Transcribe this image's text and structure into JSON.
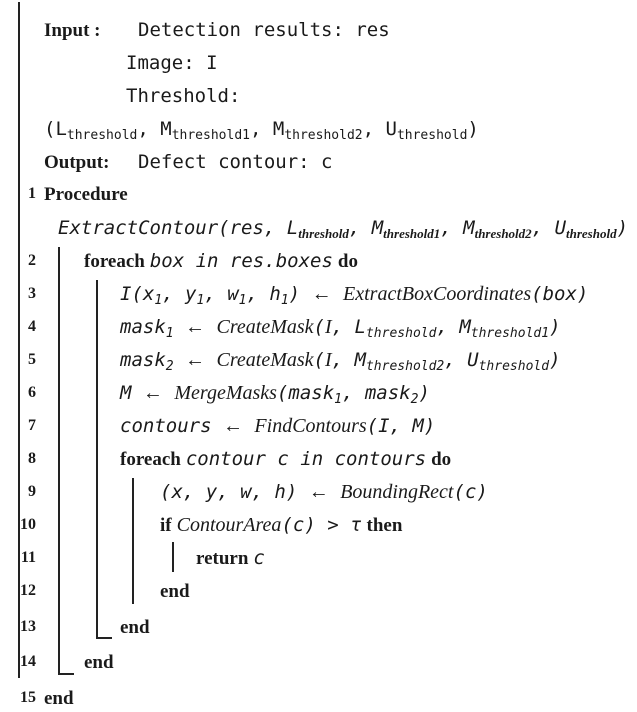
{
  "header": {
    "input_kw": "Input :",
    "input_res": "Detection results: res",
    "input_image": "Image: I",
    "input_threshold": "Threshold:",
    "output_kw": "Output:",
    "output_text": "Defect contour: c"
  },
  "threshold_tuple": {
    "open": "(",
    "L": "L",
    "L_sub": "threshold",
    "M1": "M",
    "M1_sub": "threshold1",
    "M2": "M",
    "M2_sub": "threshold2",
    "U": "U",
    "U_sub": "threshold",
    "close": ")"
  },
  "line_numbers": [
    "1",
    "2",
    "3",
    "4",
    "5",
    "6",
    "7",
    "8",
    "9",
    "10",
    "11",
    "12",
    "13",
    "14",
    "15"
  ],
  "procedure": {
    "kw": "Procedure",
    "name": "ExtractContour(res,",
    "params": [
      {
        "base": "L",
        "sub": "threshold"
      },
      {
        "base": "M",
        "sub": "threshold1"
      },
      {
        "base": "M",
        "sub": "threshold2"
      },
      {
        "base": "U",
        "sub": "threshold"
      }
    ],
    "close": ")"
  },
  "body": {
    "foreach_kw": "foreach",
    "foreach_var": "box in res.boxes",
    "do_kw": "do",
    "l3_lhs": "I(x",
    "l3_y": "y",
    "l3_w": "w",
    "l3_h": "h",
    "sub_1": "1",
    "l3_fn": "ExtractBoxCoordinates",
    "l3_arg": "(box)",
    "l4_lhs": "mask",
    "l4_fn": "CreateMask",
    "l5_lhs": "mask",
    "sub_2": "2",
    "l5_fn": "CreateMask",
    "l6_lhs": "M",
    "l6_fn": "MergeMasks",
    "l7_lhs": "contours",
    "l7_fn": "FindContours",
    "l7_arg": "(I, M)",
    "foreach2_var": "contour c in contours",
    "l9_lhs": "(x, y, w, h)",
    "l9_fn": "BoundingRect",
    "l9_arg": "(c)",
    "if_kw": "if",
    "l10_fn": "ContourArea",
    "l10_arg": "(c) > τ",
    "then_kw": "then",
    "return_kw": "return",
    "return_val": "c",
    "end_kw": "end",
    "arrow": "←",
    "threshold": "threshold",
    "threshold1": "threshold1",
    "threshold2": "threshold2",
    "L": "L",
    "M": "M",
    "U": "U",
    "I": "I"
  }
}
